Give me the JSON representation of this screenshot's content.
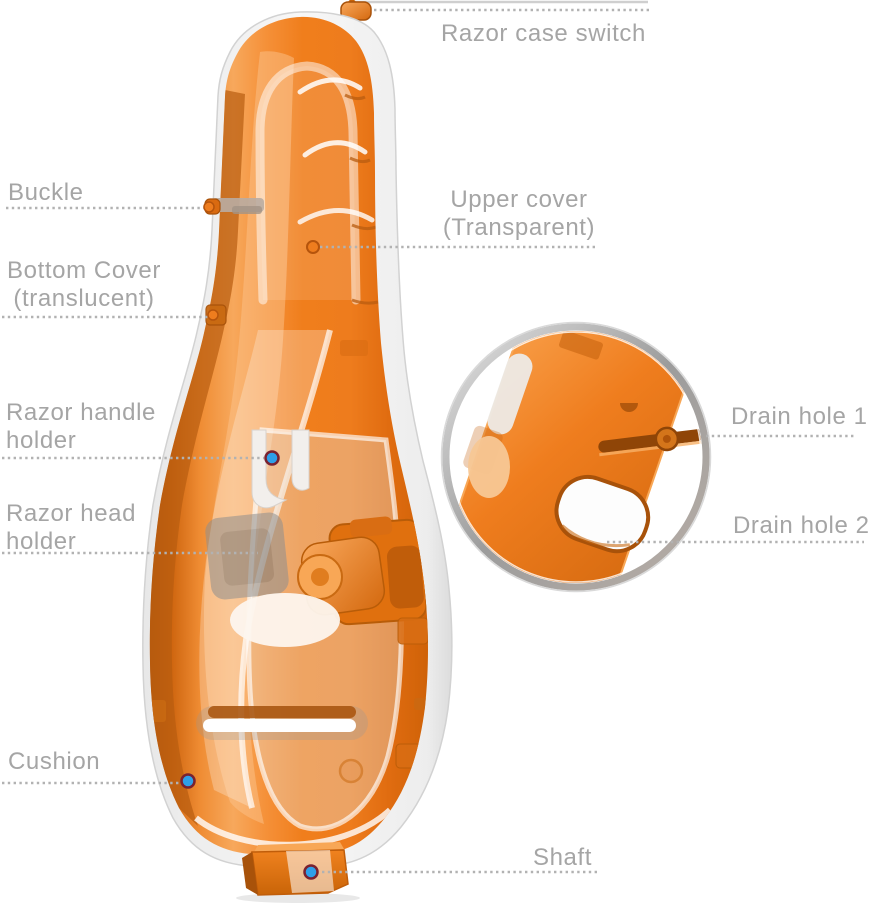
{
  "labels": {
    "razor_case_switch": "Razor case switch",
    "buckle": "Buckle",
    "bottom_cover_line1": "Bottom Cover",
    "bottom_cover_line2": "(translucent)",
    "upper_cover_line1": "Upper cover",
    "upper_cover_line2": "(Transparent)",
    "razor_handle_holder_line1": "Razor handle",
    "razor_handle_holder_line2": "holder",
    "razor_head_holder_line1": "Razor head",
    "razor_head_holder_line2": "holder",
    "drain_hole_1": "Drain hole 1",
    "drain_hole_2": "Drain hole 2",
    "cushion": "Cushion",
    "shaft": "Shaft"
  },
  "colors": {
    "label_text": "#a5a5a5",
    "leader_dots": "#b2b2b2",
    "case_orange": "#ee7d1e",
    "case_orange_dark": "#b5570c",
    "case_orange_light": "#f8a756",
    "shell_light": "#f2f2f2",
    "magnifier_ring": "#9c9c9c",
    "marker_blue": "#2f9fe8",
    "marker_ring_red": "#7a2230"
  }
}
